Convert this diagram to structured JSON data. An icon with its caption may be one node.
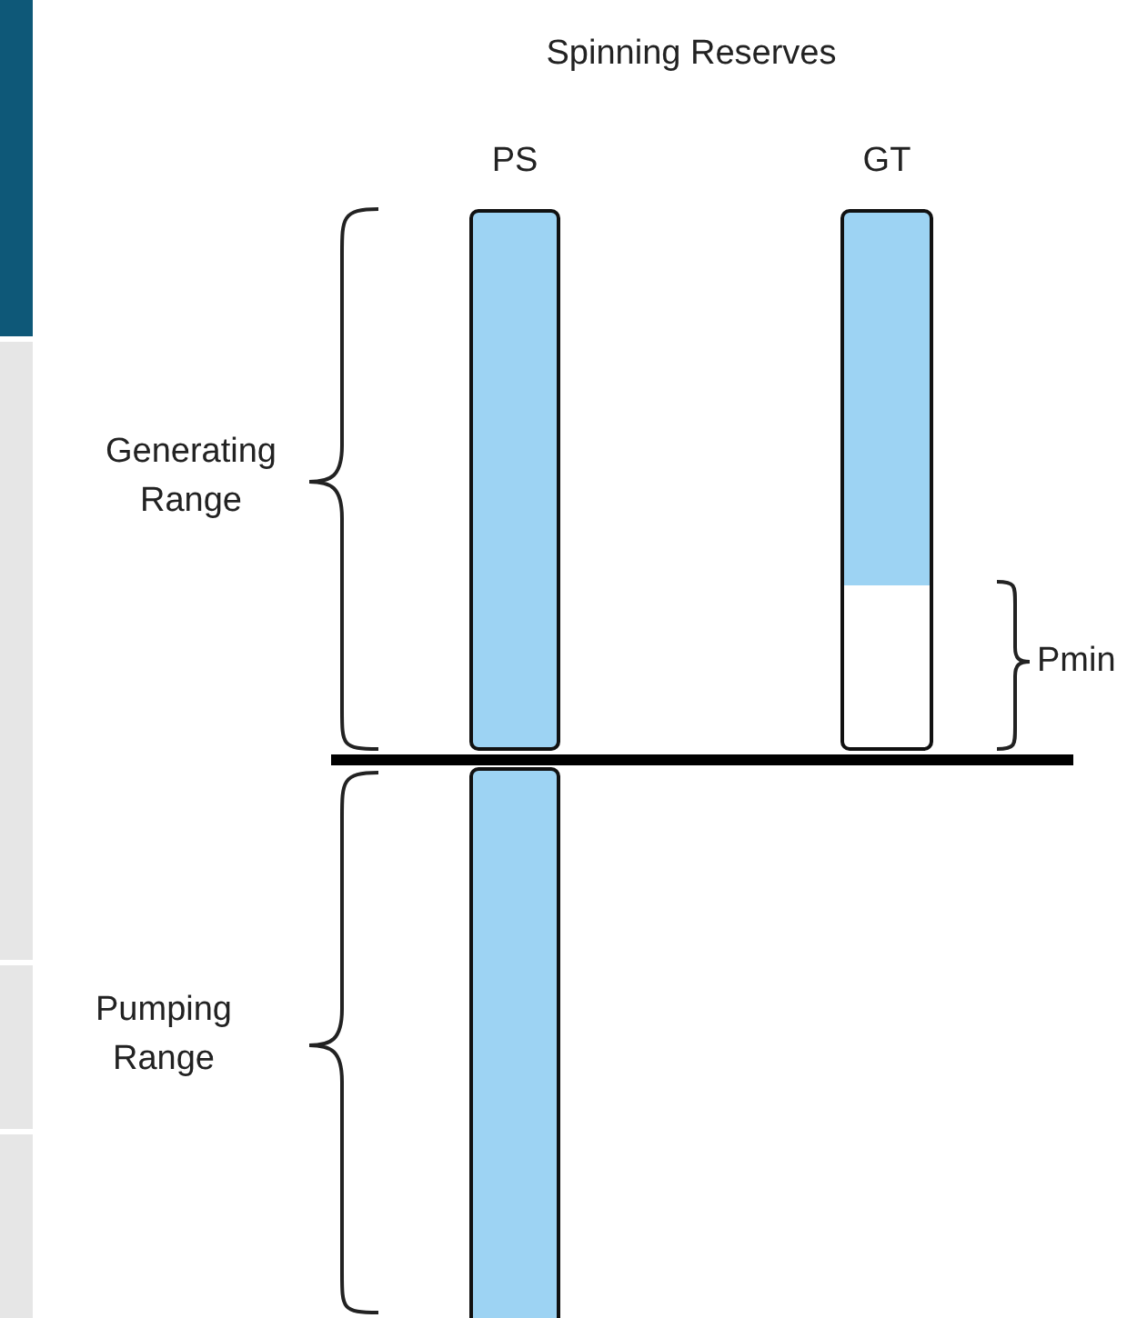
{
  "diagram": {
    "title": "Spinning Reserves",
    "nodes": [
      {
        "text": [
          "PS"
        ]
      },
      {
        "text": [],
        "shape": "bar"
      },
      {
        "text": [
          "GT"
        ]
      }
    ],
    "edges": [],
    "labels": [
      "Generating Range",
      "Pumping Range",
      "Pmin"
    ]
  }
}
